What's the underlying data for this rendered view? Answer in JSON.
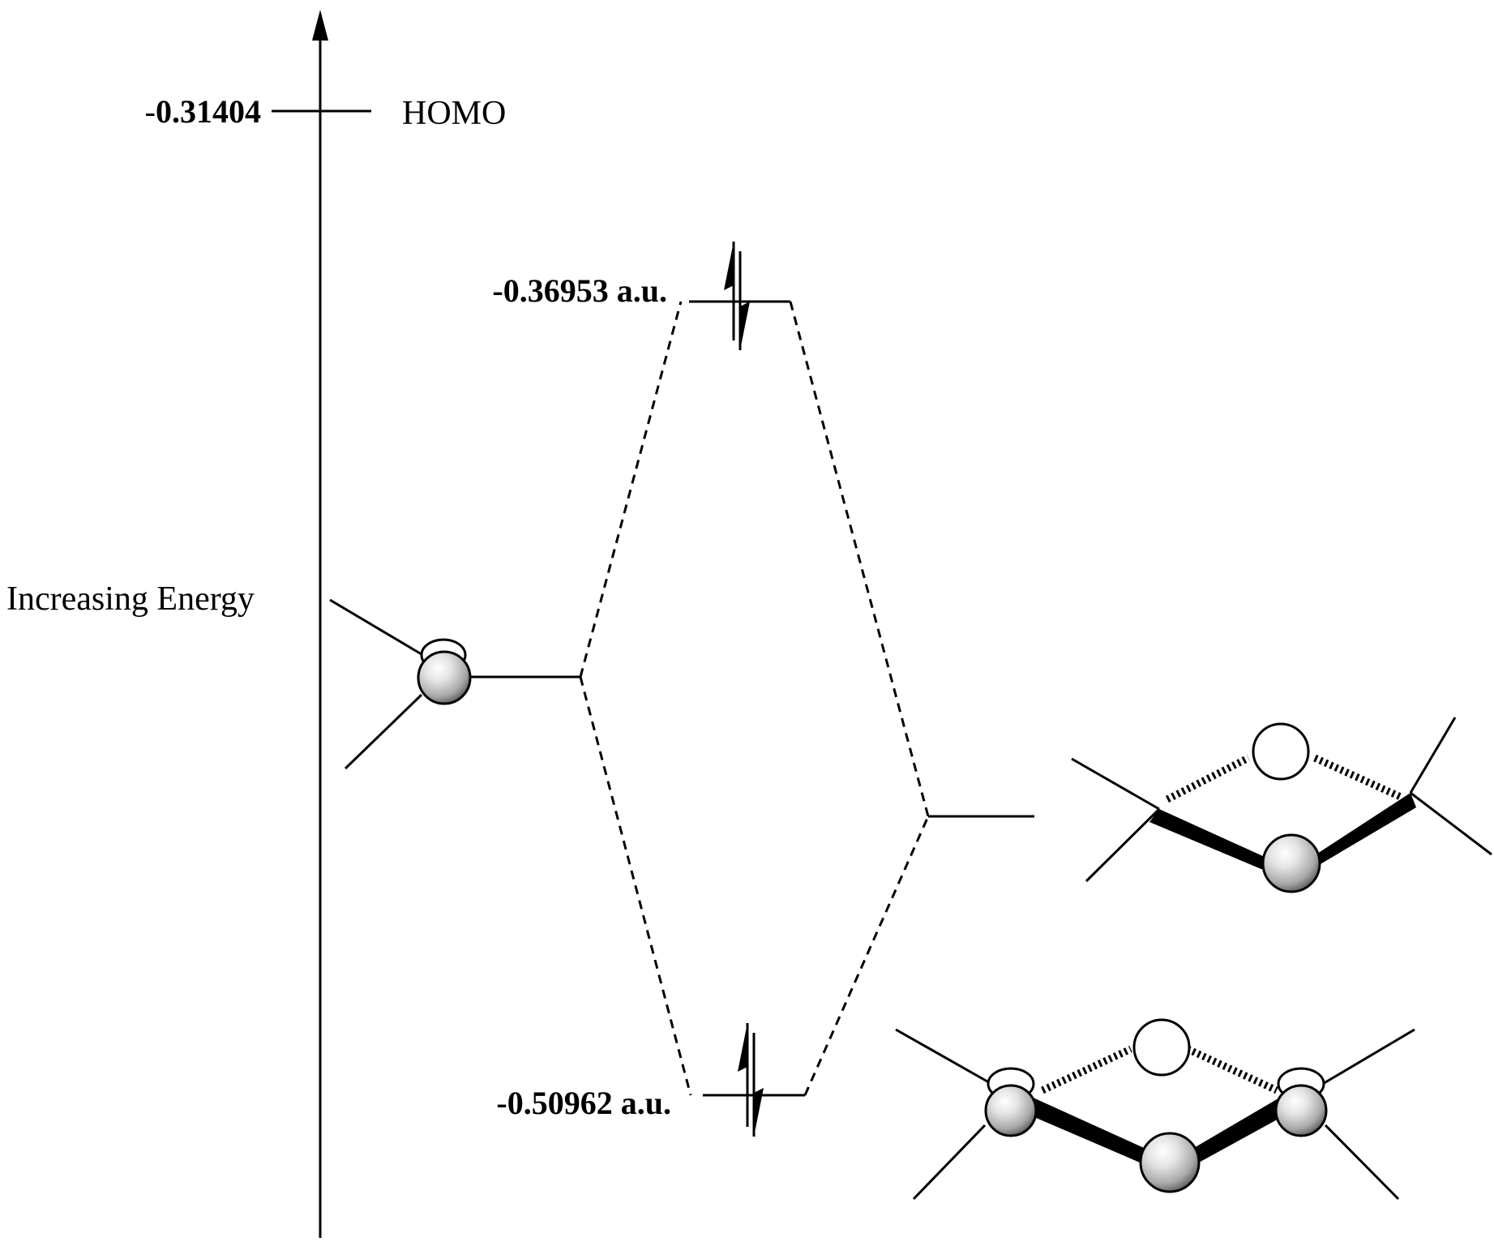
{
  "axis": {
    "label": "Increasing Energy"
  },
  "levels": {
    "homo": {
      "value_prefix": "-",
      "value_bold": "0.31404",
      "name": "HOMO"
    },
    "antibonding": {
      "value": "-0.36953 a.u."
    },
    "bonding": {
      "value": "-0.50962 a.u."
    }
  },
  "colors": {
    "ink": "#000000",
    "sphere_highlight": "#ffffff",
    "sphere_mid": "#c8c8c8",
    "sphere_shadow": "#5a5a5a"
  },
  "icons": {
    "electron_pair": "up-down-arrow-pair",
    "orbital_lobe_filled": "shaded-sphere",
    "orbital_lobe_empty": "open-circle"
  }
}
